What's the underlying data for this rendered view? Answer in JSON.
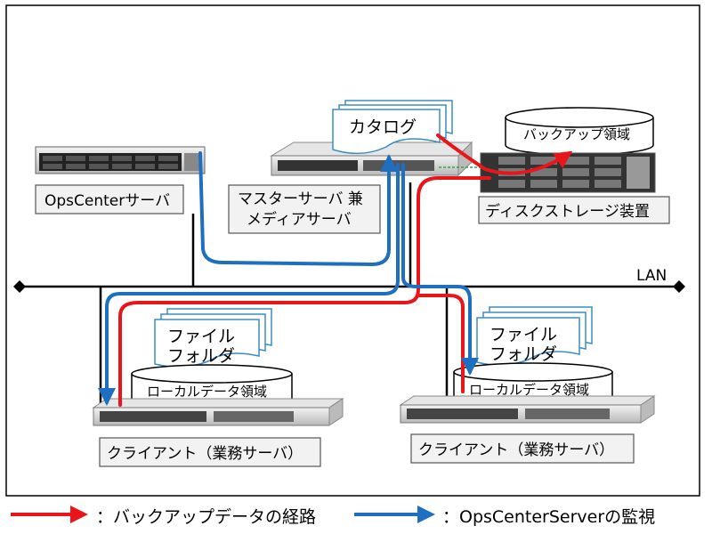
{
  "nodes": {
    "opscenter": "OpsCenterサーバ",
    "master_line1": "マスターサーバ 兼",
    "master_line2": "メディアサーバ",
    "disk_storage": "ディスクストレージ装置",
    "client_left": "クライアント（業務サーバ）",
    "client_right": "クライアント（業務サーバ）"
  },
  "catalog": "カタログ",
  "backup_area": "バックアップ領域",
  "network_label": "LAN",
  "files_left": {
    "line1": "ファイル",
    "line2": "フォルダ"
  },
  "files_right": {
    "line1": "ファイル",
    "line2": "フォルダ"
  },
  "local_area_left": "ローカルデータ領域",
  "local_area_right": "ローカルデータ領域",
  "legend": {
    "backup_path": "：バックアップデータの経路",
    "monitoring": "：OpsCenterServerの監視",
    "backup_color": "#e8161b",
    "monitor_color": "#1f6fc0"
  }
}
